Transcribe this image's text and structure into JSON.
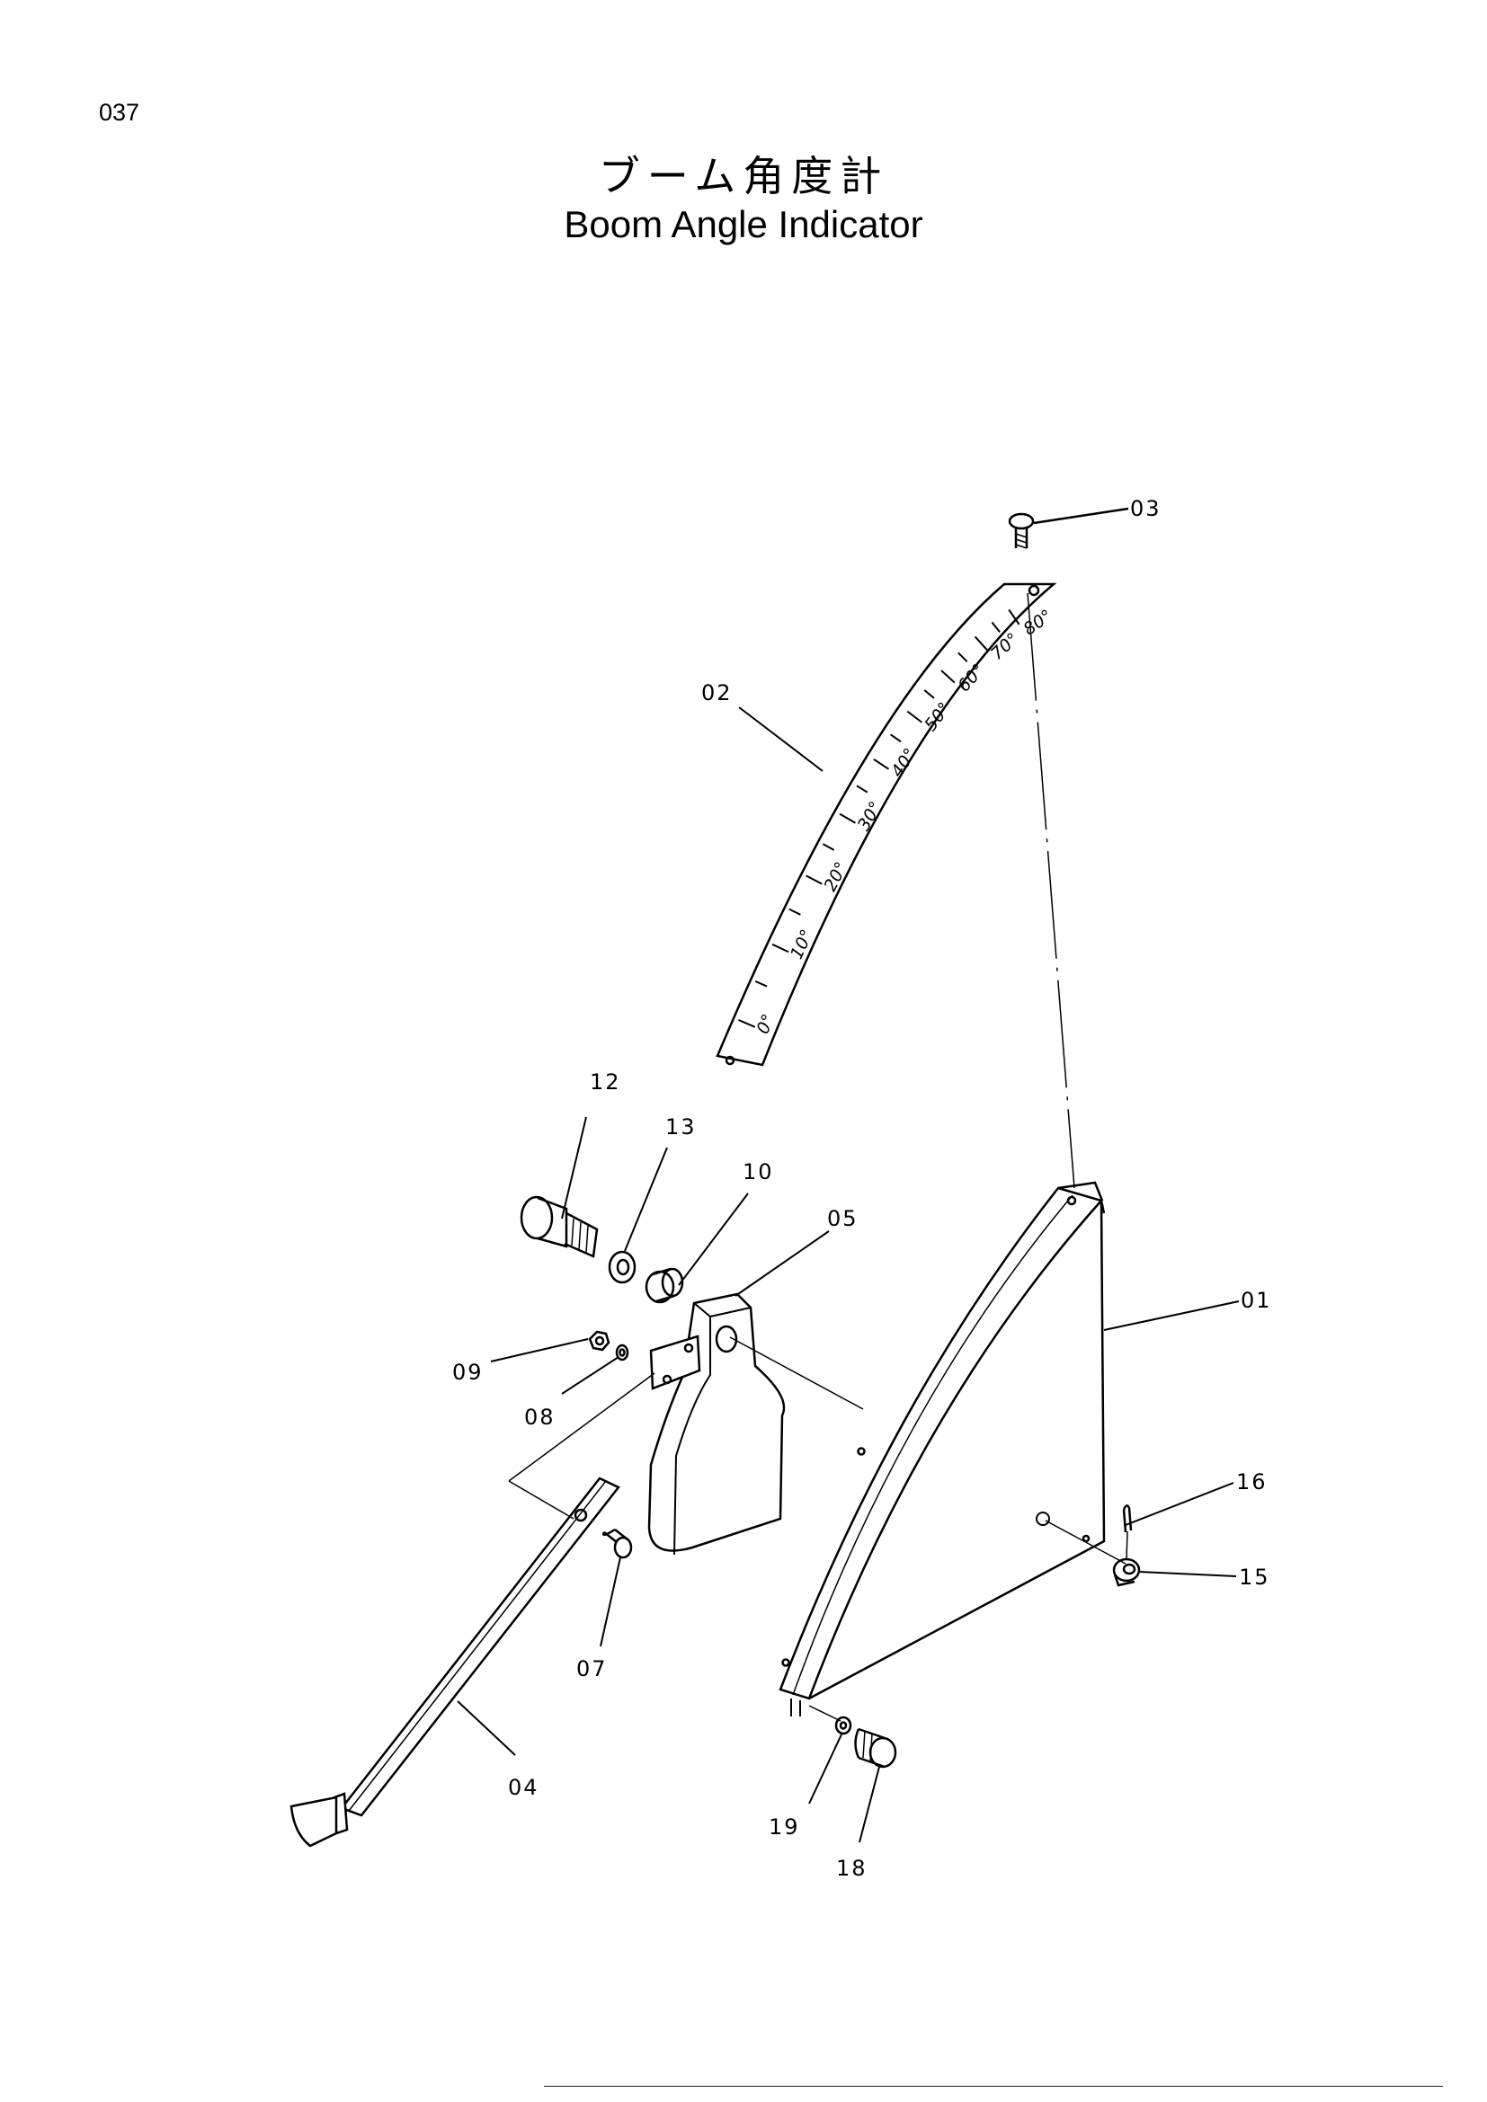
{
  "page": {
    "number": "037",
    "title_ja": "ブーム角度計",
    "title_en": "Boom Angle Indicator"
  },
  "scale_labels": [
    "0°",
    "10°",
    "20°",
    "30°",
    "40°",
    "50°",
    "60°",
    "70°",
    "80°"
  ],
  "callouts": {
    "c01": "01",
    "c02": "02",
    "c03": "03",
    "c04": "04",
    "c05": "05",
    "c07": "07",
    "c08": "08",
    "c09": "09",
    "c10": "10",
    "c12": "12",
    "c13": "13",
    "c15": "15",
    "c16": "16",
    "c18": "18",
    "c19": "19"
  }
}
